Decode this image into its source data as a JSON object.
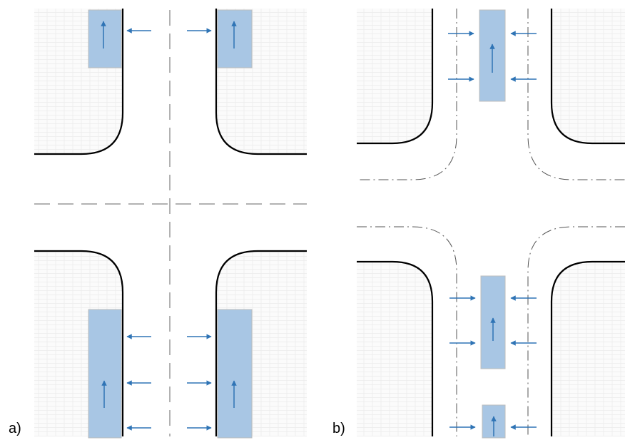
{
  "panels": [
    {
      "id": "a",
      "label": "a)"
    },
    {
      "id": "b",
      "label": "b)"
    }
  ],
  "colors": {
    "curb": "#000000",
    "lane_marking": "#999999",
    "vehicle_fill": "#a8c6e4",
    "vehicle_border": "#bdbdbd",
    "arrow": "#2f74b5",
    "sidewalk_grid": "#ececec"
  }
}
